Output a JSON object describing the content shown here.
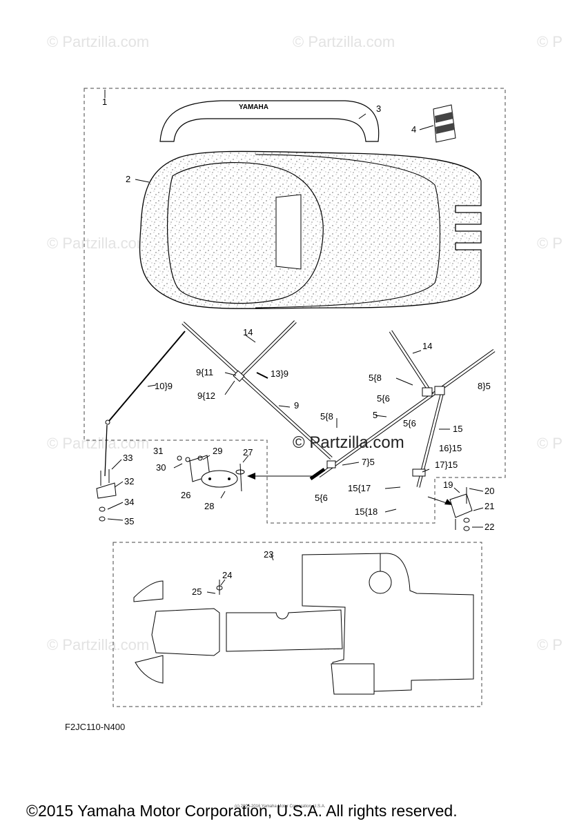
{
  "watermark": "© Partzilla.com",
  "watermark_short": "© P",
  "center_watermark": "© Partzilla.com",
  "brand_text": "YAMAHA",
  "diagram_code": "F2JC110-N400",
  "small_copyright": "(c) 2005-2016 Yamaha Motor Corporation, U.S.A.",
  "copyright": "©2015 Yamaha Motor Corporation, U.S.A. All rights reserved.",
  "callouts": {
    "c1": "1",
    "c2": "2",
    "c3": "3",
    "c4": "4",
    "c14a": "14",
    "c14b": "14",
    "c9_11": "9{11",
    "c9_12": "9{12",
    "c13_9": "13}9",
    "c10_9": "10}9",
    "c9": "9",
    "c5_8a": "5{8",
    "c5_6a": "5{6",
    "c8_5": "8}5",
    "c5_6b": "5{6",
    "c5": "5",
    "c15": "15",
    "c5_8b": "5{8",
    "c16_15": "16}15",
    "c17_15": "17}15",
    "c7_5": "7}5",
    "c15_17": "15{17",
    "c15_18": "15{18",
    "c5_6c": "5{6",
    "c19": "19",
    "c20": "20",
    "c21": "21",
    "c22": "22",
    "c31": "31",
    "c29": "29",
    "c27": "27",
    "c30": "30",
    "c26": "26",
    "c28": "28",
    "c33": "33",
    "c32": "32",
    "c34": "34",
    "c35": "35",
    "c23": "23",
    "c24": "24",
    "c25": "25"
  }
}
